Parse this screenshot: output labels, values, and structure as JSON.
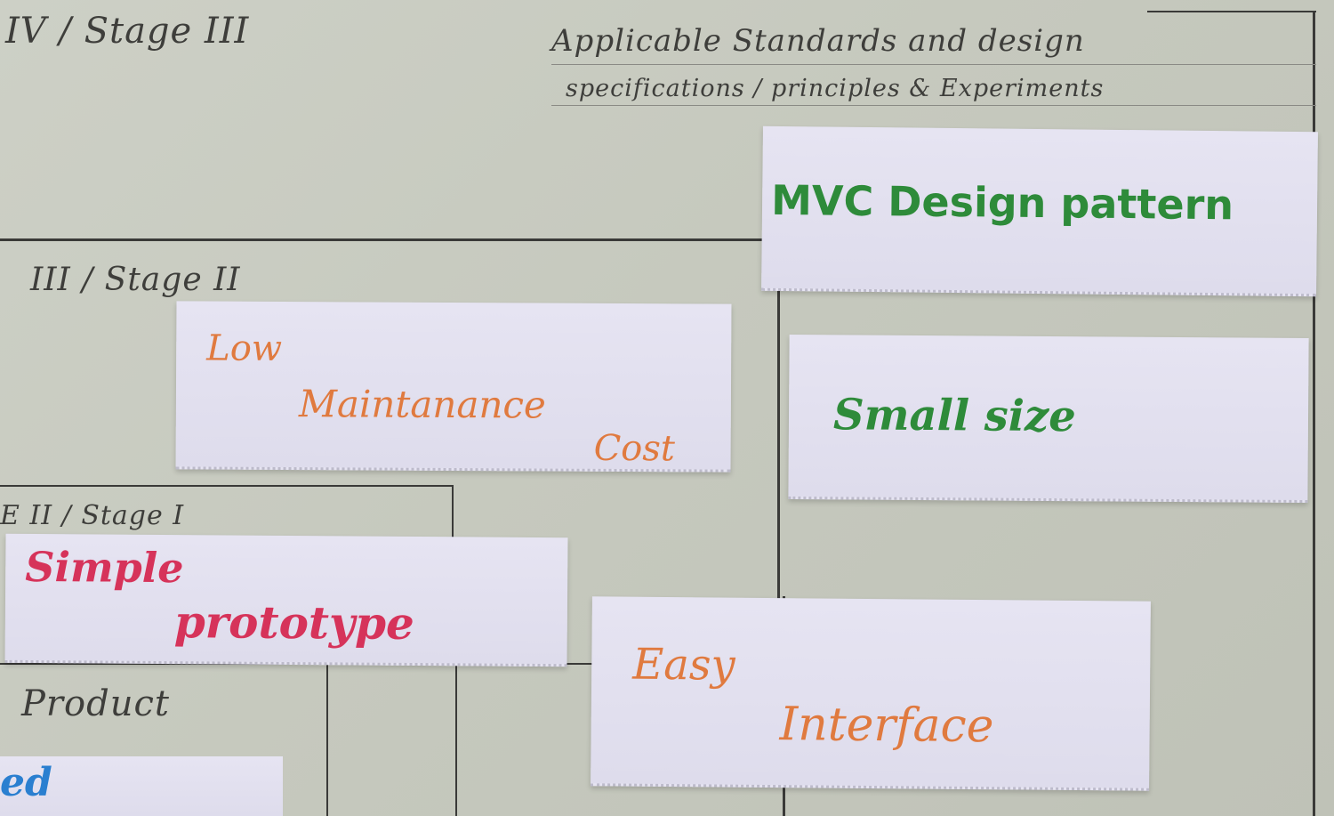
{
  "board": {
    "headings": {
      "stage_iv": "IV / Stage III",
      "standards_line1": "Applicable Standards and design",
      "standards_line2": "specifications / principles & Experiments",
      "stage_iii": "III / Stage II",
      "stage_ii": "E II / Stage I",
      "product": "Product"
    }
  },
  "cards": {
    "mvc": "MVC Design pattern",
    "small_size": "Small size",
    "low_line1": "Low",
    "low_line2": "Maintanance",
    "low_line3": "Cost",
    "simple_line1": "Simple",
    "simple_line2": "prototype",
    "easy_line1": "Easy",
    "easy_line2": "Interface",
    "partial": "ed"
  },
  "colors": {
    "green_ink": "#2e8b3a",
    "orange_ink": "#e07a3f",
    "red_ink": "#d6335a",
    "blue_ink": "#2a7fd0",
    "paper": "#c9ccc2",
    "card": "#e3e1f0"
  }
}
